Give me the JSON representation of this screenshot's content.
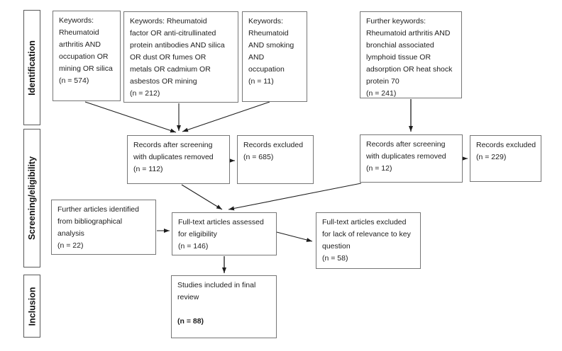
{
  "sidebar": {
    "stages": [
      {
        "label": "Identification"
      },
      {
        "label": "Screening/eligibility"
      },
      {
        "label": "Inclusion"
      }
    ]
  },
  "boxes": {
    "keywords_silica": {
      "text": "Keywords:\nRheumatoid\narthritis AND\noccupation OR\nmining OR silica\n(n = 574)"
    },
    "keywords_antibodies": {
      "text": "Keywords: Rheumatoid\nfactor OR anti-citrullinated\nprotein antibodies AND silica\nOR dust OR fumes OR\nmetals OR cadmium OR\nasbestos OR mining\n(n = 212)"
    },
    "keywords_smoking": {
      "text": "Keywords:\nRheumatoid\nAND smoking\nAND\noccupation\n(n = 11)"
    },
    "further_keywords": {
      "text": "Further keywords:\nRheumatoid arthritis AND\nbronchial associated\nlymphoid tissue OR\nadsorption OR heat shock\nprotein 70\n(n = 241)"
    },
    "records_screened_left": {
      "text": "Records after screening\nwith duplicates removed\n(n = 112)"
    },
    "records_excluded_left": {
      "text": "Records excluded\n(n = 685)"
    },
    "records_screened_right": {
      "text": "Records after screening\nwith duplicates removed\n(n = 12)"
    },
    "records_excluded_right": {
      "text": "Records excluded\n(n = 229)"
    },
    "bibliographic_articles": {
      "text": "Further articles identified\nfrom bibliographical\nanalysis\n(n = 22)"
    },
    "fulltext_assessed": {
      "text": "Full-text articles assessed\nfor eligibility\n(n = 146)"
    },
    "fulltext_excluded": {
      "text": "Full-text articles excluded\nfor lack of relevance to key\nquestion\n(n = 58)"
    },
    "studies_included": {
      "text": "Studies included in final\nreview",
      "count": "(n = 88)"
    }
  }
}
